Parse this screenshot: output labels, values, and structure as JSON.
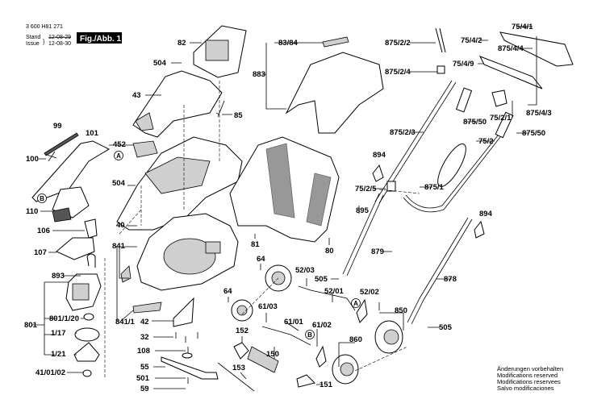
{
  "header": {
    "part_number": "3 600 H81 271",
    "stand_label": "Stand",
    "issue_label": "Issue",
    "stand_date": "12-08-29",
    "issue_date": "12-08-30",
    "figure": "Fig./Abb. 1"
  },
  "labels": [
    "82",
    "504",
    "43",
    "85",
    "99",
    "101",
    "452",
    "100",
    "504",
    "110",
    "40",
    "106",
    "107",
    "841",
    "893",
    "801",
    "801/1/20",
    "1/17",
    "1/21",
    "41/01/02",
    "841/1",
    "42",
    "32",
    "108",
    "55",
    "501",
    "59",
    "81",
    "64",
    "64",
    "61/03",
    "152",
    "150",
    "153",
    "151",
    "61/01",
    "61/02",
    "860",
    "850",
    "505",
    "878",
    "52/02",
    "52/01",
    "52/03",
    "505",
    "879",
    "80",
    "894",
    "895",
    "75/2/5",
    "875/1",
    "894",
    "875/2/3",
    "75/2",
    "875/50",
    "875/50",
    "75/2/1",
    "875/4/3",
    "75/4/9",
    "875/2/4",
    "875/2/2",
    "75/4/2",
    "875/4/4",
    "75/4/1",
    "83/84",
    "883"
  ],
  "markers": [
    "A",
    "B",
    "A",
    "B"
  ],
  "notes": [
    "Änderungen vorbehalten",
    "Modifications reserved",
    "Modifications reservees",
    "Salvo modificaciones"
  ]
}
